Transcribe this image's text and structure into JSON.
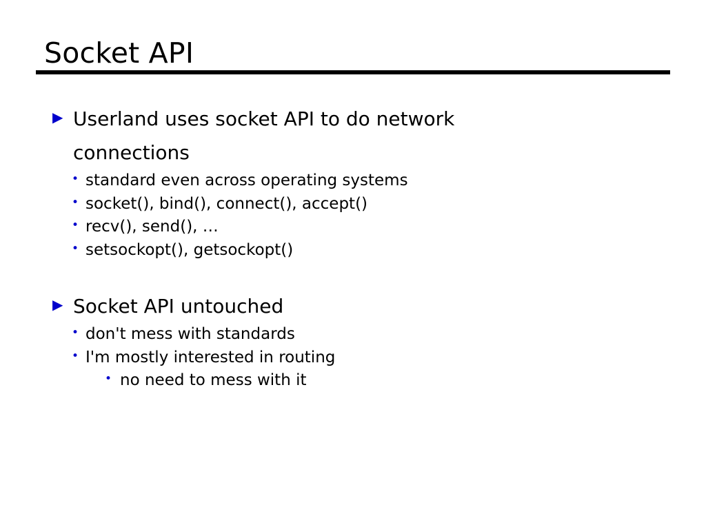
{
  "slide": {
    "title": "Socket API",
    "bullet_marker_color": "#0000cc",
    "text_color": "#000000",
    "background_color": "#ffffff",
    "rule_color": "#000000",
    "markers": {
      "level1": "▶",
      "level2": "•",
      "level3": "•"
    },
    "content": [
      {
        "level": 1,
        "text": "Userland uses socket API to do network connections"
      },
      {
        "level": 2,
        "text": "standard even across operating systems"
      },
      {
        "level": 2,
        "text": "socket(), bind(), connect(), accept()"
      },
      {
        "level": 2,
        "text": "recv(), send(), …"
      },
      {
        "level": 2,
        "text": "setsockopt(), getsockopt()"
      },
      {
        "level": 1,
        "text": "Socket API untouched"
      },
      {
        "level": 2,
        "text": "don't mess with standards"
      },
      {
        "level": 2,
        "text": "I'm mostly interested in routing"
      },
      {
        "level": 3,
        "text": "no need to mess with it"
      }
    ]
  }
}
